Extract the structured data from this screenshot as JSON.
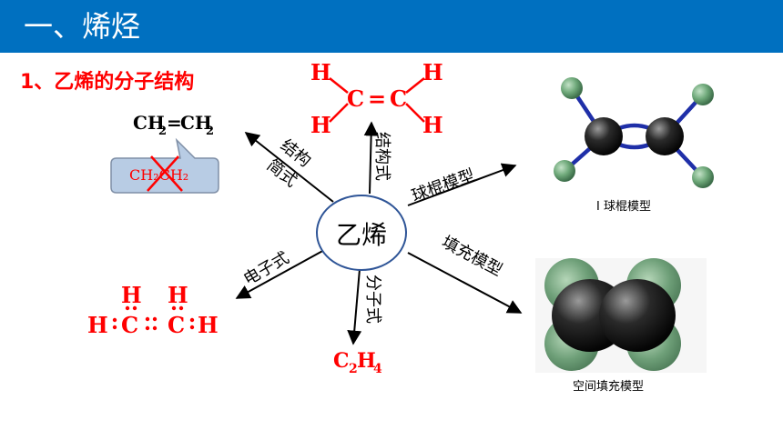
{
  "header": {
    "title": "一、烯烃"
  },
  "section": {
    "title": "1、乙烯的分子结构"
  },
  "center": {
    "label": "乙烯"
  },
  "structural_formula": {
    "h": "H",
    "c": "C",
    "bond": "="
  },
  "branches": {
    "structural": "结构式",
    "simplified_a": "结构",
    "simplified_b": "简式",
    "ball_stick": "球棍模型",
    "space_filling": "填充模型",
    "molecular": "分子式",
    "electron": "电子式"
  },
  "simplified": {
    "correct_main": "CH",
    "correct_sub": "2",
    "correct_eq": "=",
    "wrong": "CH₂CH₂"
  },
  "molecular": {
    "main": "C",
    "sub1": "2",
    "h": "H",
    "sub2": "4"
  },
  "electron": {
    "h": "H",
    "c": "C"
  },
  "captions": {
    "ball_stick": "Ⅰ  球棍模型",
    "space_filling": "空间填充模型"
  },
  "colors": {
    "header": "#0070c0",
    "formula_red": "#ff0000",
    "bubble_fill": "#b8cce4",
    "bubble_stroke": "#7f8fa6",
    "ellipse_stroke": "#2f5597"
  }
}
